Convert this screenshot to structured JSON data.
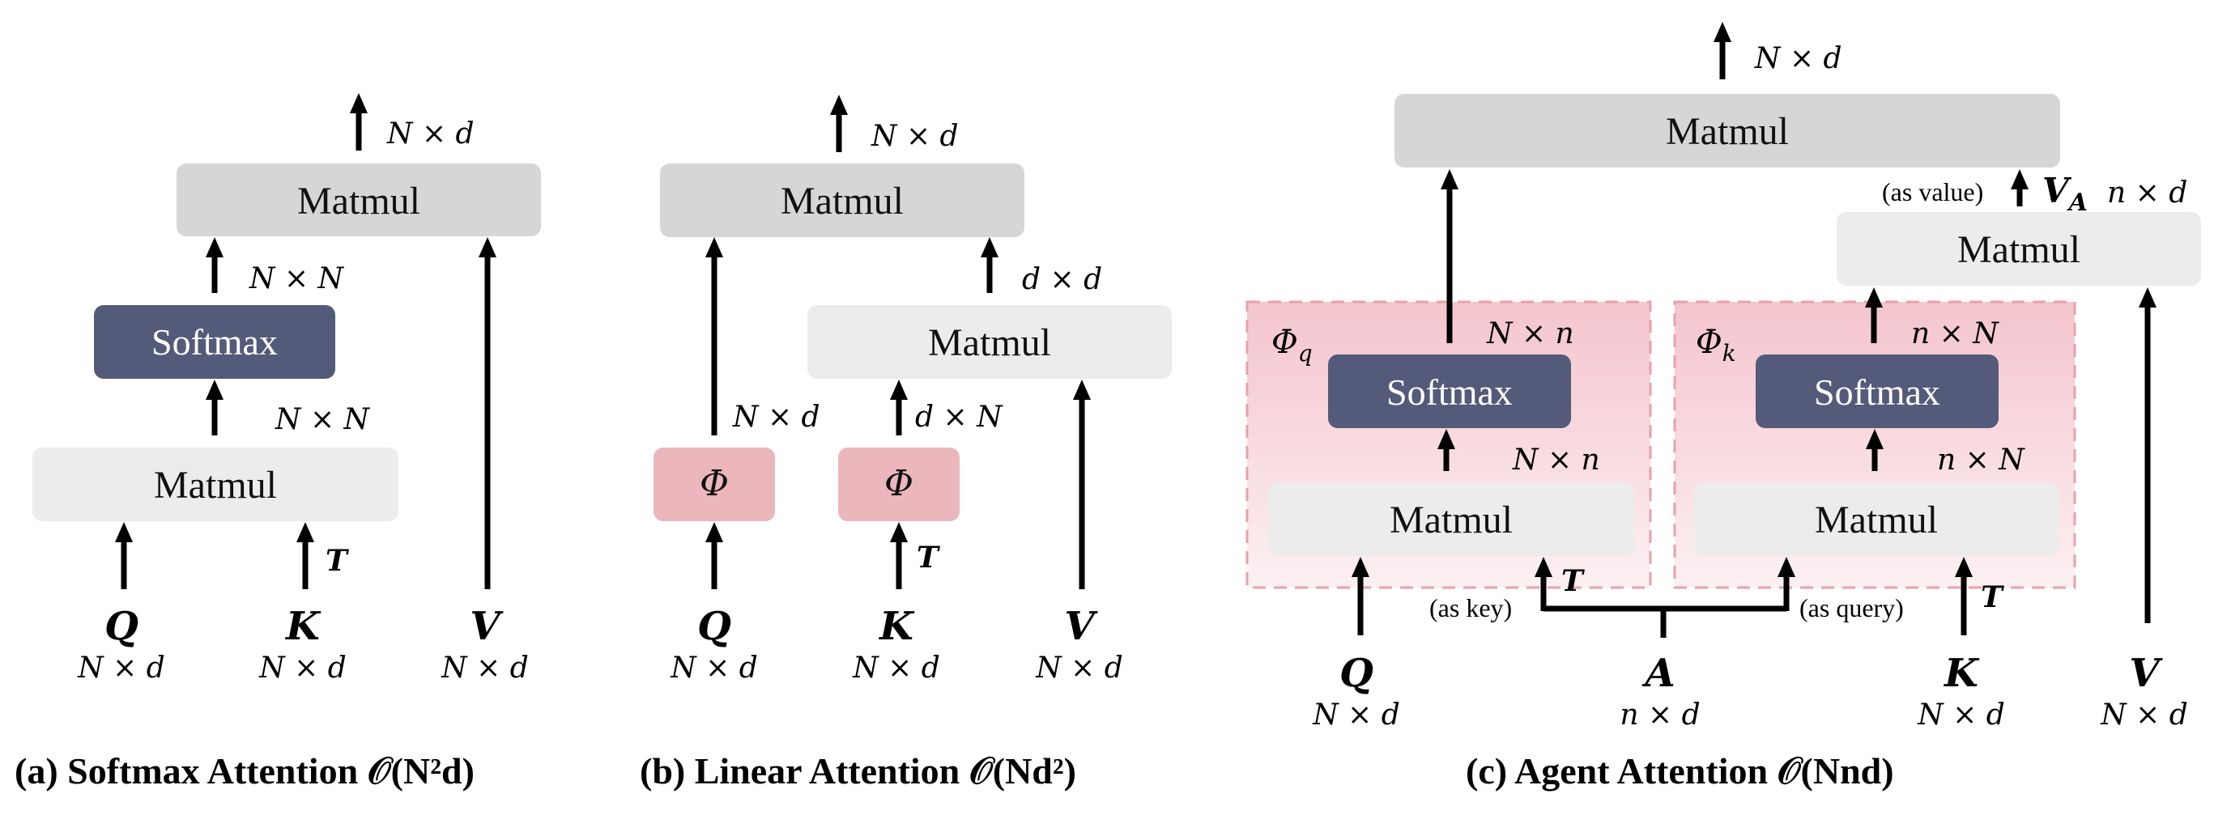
{
  "colors": {
    "box_light": "#ececec",
    "box_mid": "#d6d6d6",
    "softmax": "#545a7a",
    "phi_box": "#ecb6bd",
    "agent_region_top": "#f4c9d0",
    "agent_region_bottom": "#fbecee",
    "agent_region_border": "#e9a1ab",
    "arrow": "#000000"
  },
  "labels": {
    "matmul": "Matmul",
    "softmax": "Softmax",
    "phi": "Φ",
    "phi_q": "Φq",
    "phi_k": "Φk",
    "Q": "Q",
    "K": "K",
    "V": "V",
    "A": "A",
    "T": "T",
    "V_A": "VA",
    "as_key": "(as key)",
    "as_query": "(as query)",
    "as_value": "(as value)"
  },
  "dims": {
    "Nd": "N × d",
    "NN": "N × N",
    "dd": "d × d",
    "dN": "d × N",
    "Nn": "N × n",
    "nN": "n × N",
    "nd": "n × d"
  },
  "captions": {
    "a": "(a) Softmax Attention 𝒪(N²d)",
    "b": "(b) Linear Attention 𝒪(Nd²)",
    "c": "(c) Agent Attention 𝒪(Nnd)"
  }
}
